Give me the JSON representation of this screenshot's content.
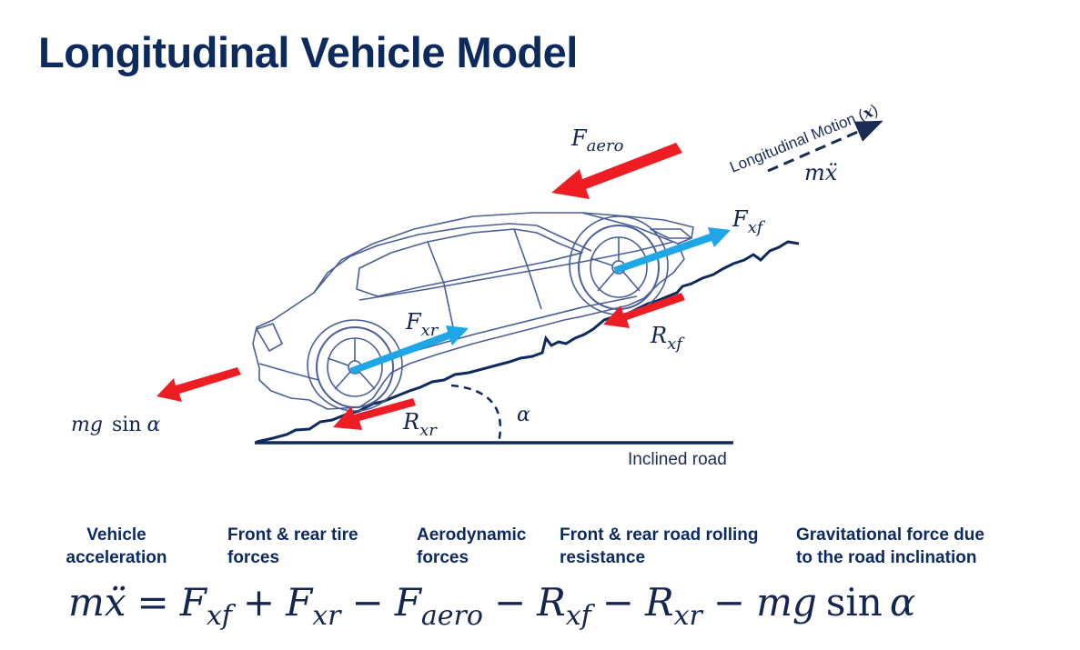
{
  "title": "Longitudinal Vehicle Model",
  "diagram": {
    "labels": {
      "f_aero": {
        "main": "F",
        "sub": "aero"
      },
      "f_xf": {
        "main": "F",
        "sub": "xf"
      },
      "f_xr": {
        "main": "F",
        "sub": "xr"
      },
      "r_xf": {
        "main": "R",
        "sub": "xf"
      },
      "r_xr": {
        "main": "R",
        "sub": "xr"
      },
      "mg_sin": {
        "mg": "mg",
        "sin": "sin",
        "alpha": "α"
      },
      "alpha": "α",
      "motion": {
        "text": "Longitudinal Motion (",
        "var": "x",
        "close": ")"
      },
      "m_xddot": "mẍ",
      "road": "Inclined road"
    },
    "colors": {
      "red_arrow": "#ee1d23",
      "blue_arrow": "#1ea6e6",
      "road": "#0d2a5e",
      "car_line": "#4a5f96"
    }
  },
  "terms": [
    {
      "line1": "Vehicle",
      "line2": "acceleration"
    },
    {
      "line1": "Front & rear tire",
      "line2": "forces"
    },
    {
      "line1": "Aerodynamic",
      "line2": "forces"
    },
    {
      "line1": "Front & rear road rolling",
      "line2": "resistance"
    },
    {
      "line1": "Gravitational force due",
      "line2": "to the road inclination"
    }
  ],
  "equation": {
    "lhs": "mẍ",
    "eq": "=",
    "t1": {
      "main": "F",
      "sub": "xf"
    },
    "op1": "+",
    "t2": {
      "main": "F",
      "sub": "xr"
    },
    "op2": "−",
    "t3": {
      "main": "F",
      "sub": "aero"
    },
    "op3": "−",
    "t4": {
      "main": "R",
      "sub": "xf"
    },
    "op4": "−",
    "t5": {
      "main": "R",
      "sub": "xr"
    },
    "op5": "−",
    "t6": "mg",
    "t6_sin": "sin",
    "t6_alpha": "α"
  }
}
